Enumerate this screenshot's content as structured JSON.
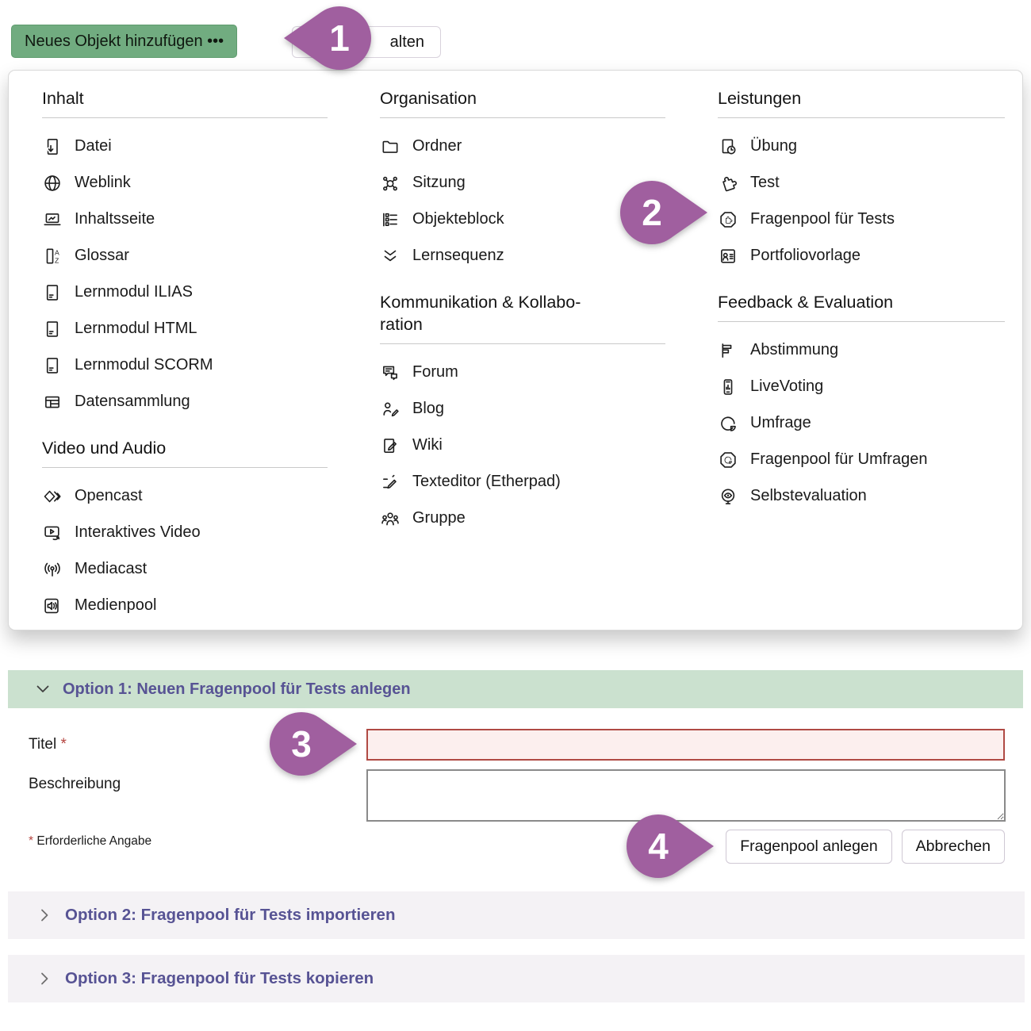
{
  "toolbar": {
    "add_button_label": "Neues Objekt hinzufügen •••",
    "secondary_button_visible_text": "alten"
  },
  "menu": {
    "columns": [
      {
        "sections": [
          {
            "title": "Inhalt",
            "items": [
              {
                "icon": "file-download",
                "label": "Datei"
              },
              {
                "icon": "globe",
                "label": "Weblink"
              },
              {
                "icon": "laptop-page",
                "label": "Inhaltsseite"
              },
              {
                "icon": "glossary-az",
                "label": "Glossar"
              },
              {
                "icon": "page-lines",
                "label": "Lernmodul ILIAS"
              },
              {
                "icon": "page-lines",
                "label": "Lernmodul HTML"
              },
              {
                "icon": "page-lines",
                "label": "Lernmodul SCORM"
              },
              {
                "icon": "data-table",
                "label": "Datensammlung"
              }
            ]
          },
          {
            "title": "Video und Audio",
            "items": [
              {
                "icon": "opencast-diamond",
                "label": "Opencast"
              },
              {
                "icon": "interactive-video",
                "label": "Interaktives Video"
              },
              {
                "icon": "broadcast-antenna",
                "label": "Mediacast"
              },
              {
                "icon": "speaker",
                "label": "Medienpool"
              }
            ]
          }
        ]
      },
      {
        "sections": [
          {
            "title": "Organisation",
            "items": [
              {
                "icon": "folder",
                "label": "Ordner"
              },
              {
                "icon": "session-network",
                "label": "Sitzung"
              },
              {
                "icon": "item-block-list",
                "label": "Objekteblock"
              },
              {
                "icon": "double-chevron-down",
                "label": "Lernsequenz"
              }
            ]
          },
          {
            "title": "Kommunikation & Kollabo-\nration",
            "items": [
              {
                "icon": "chat-bubbles",
                "label": "Forum"
              },
              {
                "icon": "person-pen",
                "label": "Blog"
              },
              {
                "icon": "page-pen",
                "label": "Wiki"
              },
              {
                "icon": "pen-lines",
                "label": "Texteditor (Etherpad)"
              },
              {
                "icon": "people-group",
                "label": "Gruppe"
              }
            ]
          }
        ]
      },
      {
        "sections": [
          {
            "title": "Leistungen",
            "items": [
              {
                "icon": "page-clock",
                "label": "Übung"
              },
              {
                "icon": "puzzle",
                "label": "Test"
              },
              {
                "icon": "puzzle-polygon",
                "label": "Fragenpool für Tests"
              },
              {
                "icon": "id-card",
                "label": "Portfoliovorlage"
              }
            ]
          },
          {
            "title": "Feedback & Evaluation",
            "items": [
              {
                "icon": "poll-bars",
                "label": "Abstimmung"
              },
              {
                "icon": "phone-chart",
                "label": "LiveVoting"
              },
              {
                "icon": "pie-chart",
                "label": "Umfrage"
              },
              {
                "icon": "pie-polygon",
                "label": "Fragenpool für Umfragen"
              },
              {
                "icon": "eye-mirror",
                "label": "Selbstevaluation"
              }
            ]
          }
        ]
      }
    ]
  },
  "callouts": [
    {
      "number": "1"
    },
    {
      "number": "2"
    },
    {
      "number": "3"
    },
    {
      "number": "4"
    }
  ],
  "form": {
    "option1_title": "Option 1: Neuen Fragenpool für Tests anlegen",
    "title_label": "Titel",
    "required_marker": "*",
    "title_value": "",
    "description_label": "Beschreibung",
    "description_value": "",
    "required_note": "Erforderliche Angabe",
    "submit_label": "Fragenpool anlegen",
    "cancel_label": "Abbrechen"
  },
  "collapsed_options": [
    {
      "title": "Option 2: Fragenpool für Tests importieren"
    },
    {
      "title": "Option 3: Fragenpool für Tests kopieren"
    }
  ],
  "colors": {
    "green_button": "#71ac80",
    "accordion_green": "#cbe1cf",
    "purple_heading_text": "#575394",
    "callout_purple": "#a05f9f",
    "error_red": "#b04a44",
    "error_background": "#fcefee",
    "collapsed_bar_gray": "#f4f2f5"
  }
}
